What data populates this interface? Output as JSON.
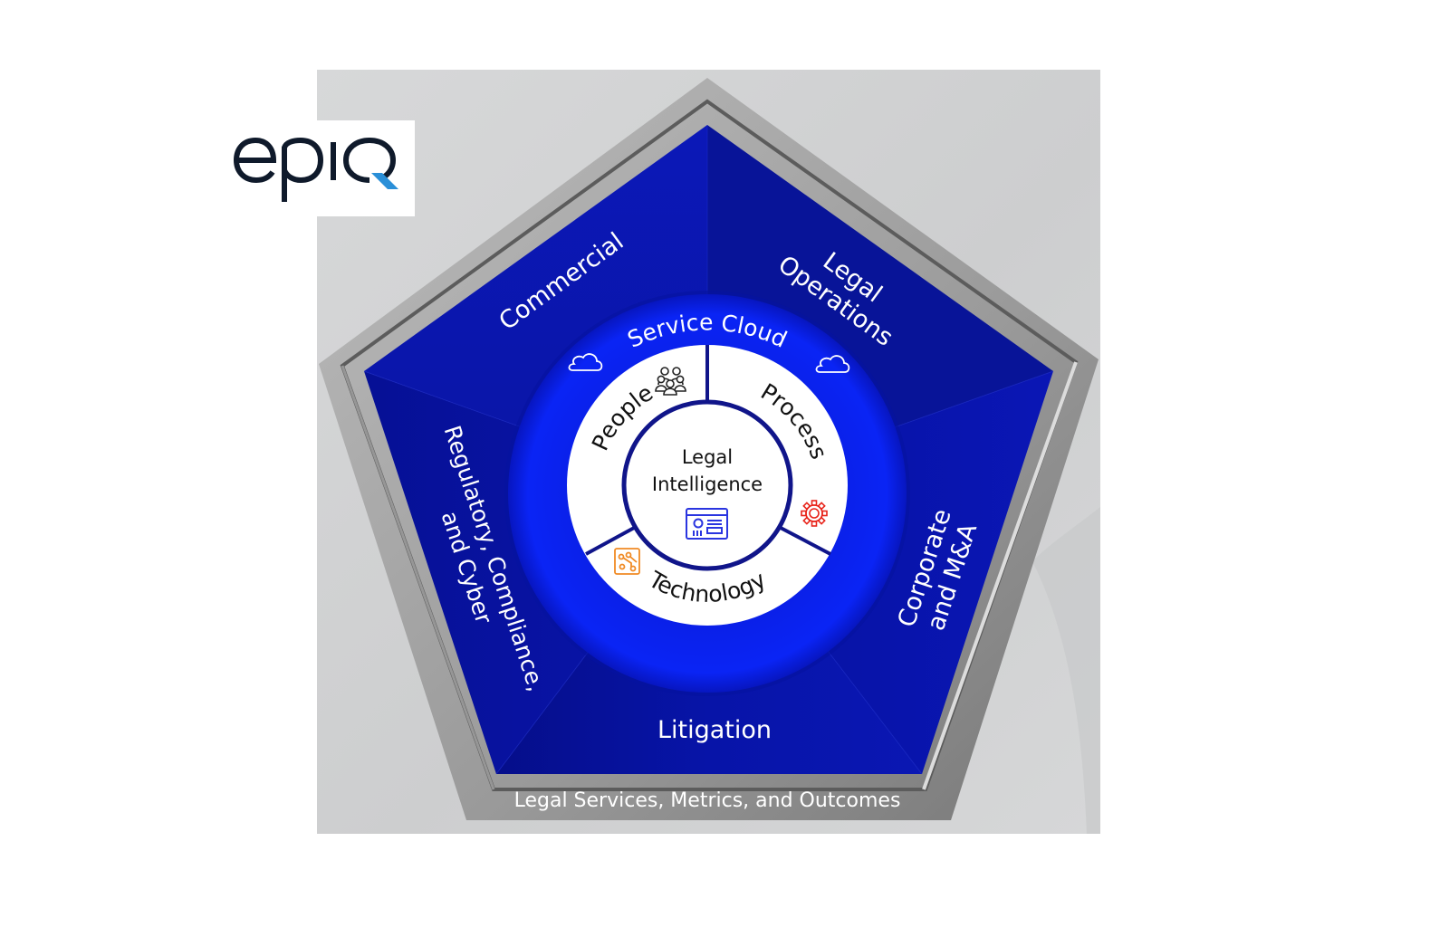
{
  "logo": {
    "text": "epiQ",
    "letters": [
      "e",
      "p",
      "i",
      "Q"
    ],
    "text_color": "#0f1a2b",
    "accent_color": "#2a8fd8"
  },
  "diagram": {
    "outer_segments": [
      {
        "id": "commercial",
        "label": "Commercial"
      },
      {
        "id": "legal-operations",
        "label_lines": [
          "Legal",
          "Operations"
        ]
      },
      {
        "id": "corporate",
        "label_lines": [
          "Corporate",
          "and M&A"
        ]
      },
      {
        "id": "litigation",
        "label": "Litigation"
      },
      {
        "id": "regulatory",
        "label_lines": [
          "Regulatory, Compliance,",
          "and Cyber"
        ]
      }
    ],
    "ring_label": "Service Cloud",
    "inner_segments": [
      {
        "id": "people",
        "label": "People",
        "icon": "people-group-icon",
        "icon_color": "#222222"
      },
      {
        "id": "process",
        "label": "Process",
        "icon": "gear-icon",
        "icon_color": "#e8231a"
      },
      {
        "id": "technology",
        "label": "Technology",
        "icon": "circuit-icon",
        "icon_color": "#f08a24"
      }
    ],
    "center": {
      "line1": "Legal",
      "line2": "Intelligence",
      "icon": "dashboard-icon",
      "icon_color": "#2a35e0"
    },
    "footer_label": "Legal Services, Metrics, and Outcomes",
    "cloud_icons": [
      "cloud-icon-left",
      "cloud-icon-right"
    ]
  },
  "colors": {
    "background_gray": "#d3d4d5",
    "frame_light": "#b4b4b4",
    "frame_dark": "#7c7c7c",
    "frame_line": "#666666",
    "segment_blue": "#0a17b0",
    "segment_blue_dark": "#050f8a",
    "ring_blue": "#0a22f0",
    "ring_edge": "#0615b5",
    "divider_blue": "#10158a",
    "text_white": "#ffffff",
    "text_dark": "#111111"
  }
}
